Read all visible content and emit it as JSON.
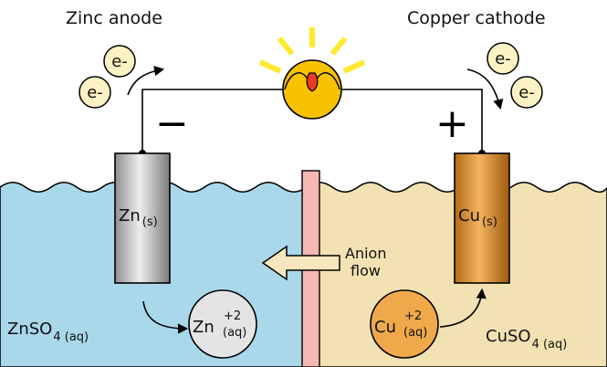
{
  "labels": {
    "zinc_anode": "Zinc anode",
    "copper_cathode": "Copper cathode",
    "electron": "e-",
    "minus": "−",
    "plus": "+",
    "anion_line1": "Anion",
    "anion_line2": "flow",
    "zn_electrode_main": "Zn",
    "zn_electrode_sub": "(s)",
    "cu_electrode_main": "Cu",
    "cu_electrode_sub": "(s)",
    "zn_ion_main": "Zn",
    "zn_ion_sup": "+2",
    "zn_ion_sub": "(aq)",
    "cu_ion_main": "Cu",
    "cu_ion_sup": "+2",
    "cu_ion_sub": "(aq)",
    "znso4_main": "ZnSO",
    "znso4_sub": "4 (aq)",
    "cuso4_main": "CuSO",
    "cuso4_sub": "4 (aq)"
  },
  "colors": {
    "left_solution": "#a9d8ea",
    "right_solution": "#f2e2b3",
    "zinc_electrode": "#c8c8c8",
    "copper_electrode": "#d9902e",
    "salt_bridge": "#f6b6b2",
    "electron_fill": "#fdf2c4",
    "zinc_ion_fill": "#e4e4e4",
    "copper_ion_fill": "#f0a94a",
    "bulb_fill": "#f7c300",
    "bulb_rays": "#ffe92e",
    "filament": "#e8392a",
    "arrow_fill": "#f6e6bd"
  }
}
